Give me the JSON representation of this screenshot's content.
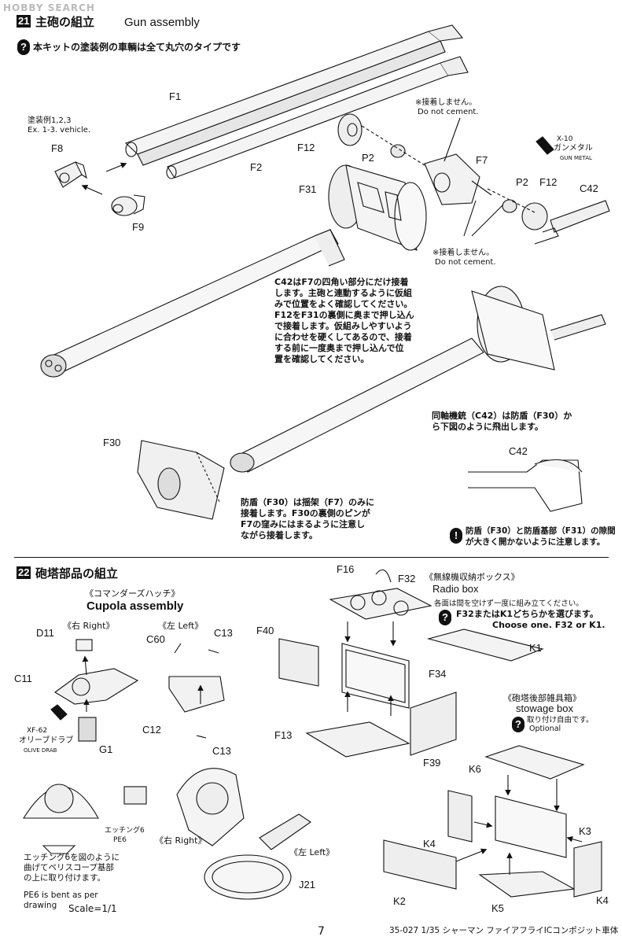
{
  "watermark": "HOBBY SEARCH",
  "step21": {
    "number": "21",
    "title_jp": "主砲の組立",
    "title_en": "Gun assembly",
    "caution_note": "本キットの塗装例の車輌は全て丸穴のタイプです",
    "ex_jp": "塗装例1,2,3",
    "ex_en": "Ex. 1-3. vehicle.",
    "labels": {
      "F1": "F1",
      "F2": "F2",
      "F8": "F8",
      "F9": "F9",
      "F12a": "F12",
      "F12b": "F12",
      "P2a": "P2",
      "P2b": "P2",
      "F7": "F7",
      "F31": "F31",
      "C42a": "C42",
      "F30": "F30",
      "C42b": "C42"
    },
    "no_cement_1_jp": "※接着しません。",
    "no_cement_1_en": "Do not cement.",
    "no_cement_2_jp": "※接着しません。",
    "no_cement_2_en": "Do not cement.",
    "paint_code": "X-10",
    "paint_jp": "ガンメタル",
    "paint_en": "GUN METAL",
    "note_c42": [
      "C42はF7の四角い部分にだけ接着",
      "します。主砲と連動するように仮組",
      "みで位置をよく確認してください。",
      "F12をF31の裏側に奥まで押し込ん",
      "で接着します。仮組みしやすいよう",
      "に合わせを硬くしてあるので、接着",
      "する前に一度奥まで押し込んで位",
      "置を確認してください。"
    ],
    "note_mg": [
      "同軸機銃（C42）は防盾（F30）か",
      "ら下図のように飛出します。"
    ],
    "note_f30": [
      "防盾（F30）は揺架（F7）のみに",
      "接着します。F30の裏側のピンが",
      "F7の窪みにはまるように注意し",
      "ながら接着します。"
    ],
    "note_gap": [
      "防盾（F30）と防盾基部（F31）の隙間",
      "が大きく開かないように注意します。"
    ]
  },
  "step22": {
    "number": "22",
    "title_jp": "砲塔部品の組立",
    "cupola_jp": "《コマンダーズハッチ》",
    "cupola_en": "Cupola assembly",
    "right1": "《右 Right》",
    "left1": "《左 Left》",
    "labels": {
      "D11": "D11",
      "C11": "C11",
      "G1": "G1",
      "C60": "C60",
      "C13a": "C13",
      "C12": "C12",
      "C13b": "C13",
      "F16": "F16",
      "F32": "F32",
      "F40": "F40",
      "F34": "F34",
      "F13": "F13",
      "F39": "F39",
      "K1": "K1",
      "K6": "K6",
      "K3": "K3",
      "K4a": "K4",
      "K2": "K2",
      "K5": "K5",
      "K4b": "K4",
      "J21": "J21"
    },
    "paint2_code": "XF-62",
    "paint2_jp": "オリーブドラブ",
    "paint2_en": "OLIVE DRAB",
    "radio_jp": "《無線機収納ボックス》",
    "radio_en": "Radio box",
    "radio_note1": "各面は間を空けず一度に組み立てください。",
    "radio_note2": "F32またはK1どちらかを選びます。",
    "radio_note3": "Choose one. F32 or K1.",
    "stowage_jp": "《砲塔後部雑具箱》",
    "stowage_en": "stowage box",
    "optional_jp": "取り付け自由です。",
    "optional_en": "Optional",
    "etch_jp": "エッチング6",
    "etch_code": "PE6",
    "etch_note": [
      "エッチング6を図のように",
      "曲げてペリスコープ基部",
      "の上に取り付けます。"
    ],
    "etch_en": [
      "PE6 is bent as per",
      "drawing"
    ],
    "scale": "Scale=1/1",
    "right2": "《右 Right》",
    "left2": "《左 Left》"
  },
  "footer": {
    "page": "7",
    "product": "35-027 1/35 シャーマン ファイアフライICコンポジット車体"
  }
}
